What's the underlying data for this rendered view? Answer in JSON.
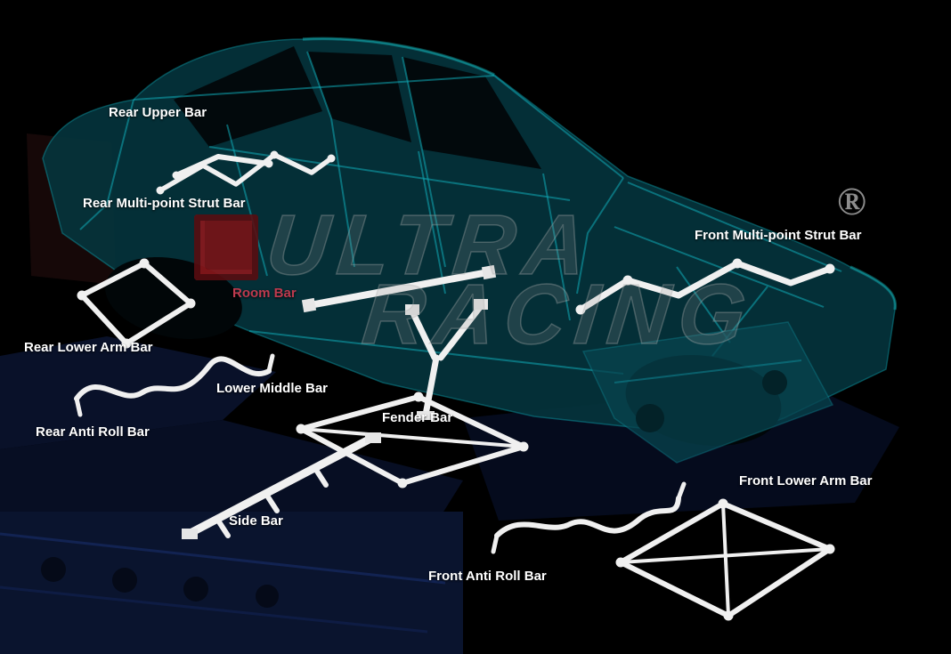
{
  "labels": [
    {
      "id": "rear-upper-bar",
      "text": "Rear Upper Bar"
    },
    {
      "id": "rear-multi-point-strut-bar",
      "text": "Rear Multi-point Strut Bar"
    },
    {
      "id": "room-bar",
      "text": "Room Bar"
    },
    {
      "id": "rear-lower-arm-bar",
      "text": "Rear Lower Arm Bar"
    },
    {
      "id": "lower-middle-bar",
      "text": "Lower Middle Bar"
    },
    {
      "id": "rear-anti-roll-bar",
      "text": "Rear Anti Roll Bar"
    },
    {
      "id": "fender-bar",
      "text": "Fender Bar"
    },
    {
      "id": "side-bar",
      "text": "Side Bar"
    },
    {
      "id": "front-anti-roll-bar",
      "text": "Front Anti Roll Bar"
    },
    {
      "id": "front-multi-point-strut-bar",
      "text": "Front Multi-point Strut Bar"
    },
    {
      "id": "front-lower-arm-bar",
      "text": "Front Lower Arm Bar"
    }
  ],
  "watermark": {
    "brand_top": "ULTRA",
    "brand_bottom": "RACING",
    "registered_mark": "®"
  },
  "colors": {
    "background": "#000000",
    "car_shell_teal": "#0a6b77",
    "car_frame_cyan": "#11a9b6",
    "bar_white": "#f0f0f0",
    "label_text": "#ffffff",
    "room_bar_label_red": "#bd3a4e",
    "platform_navy": "#0a1430",
    "watermark_gray": "#8c8c8c",
    "logo_red": "#7c1216"
  }
}
